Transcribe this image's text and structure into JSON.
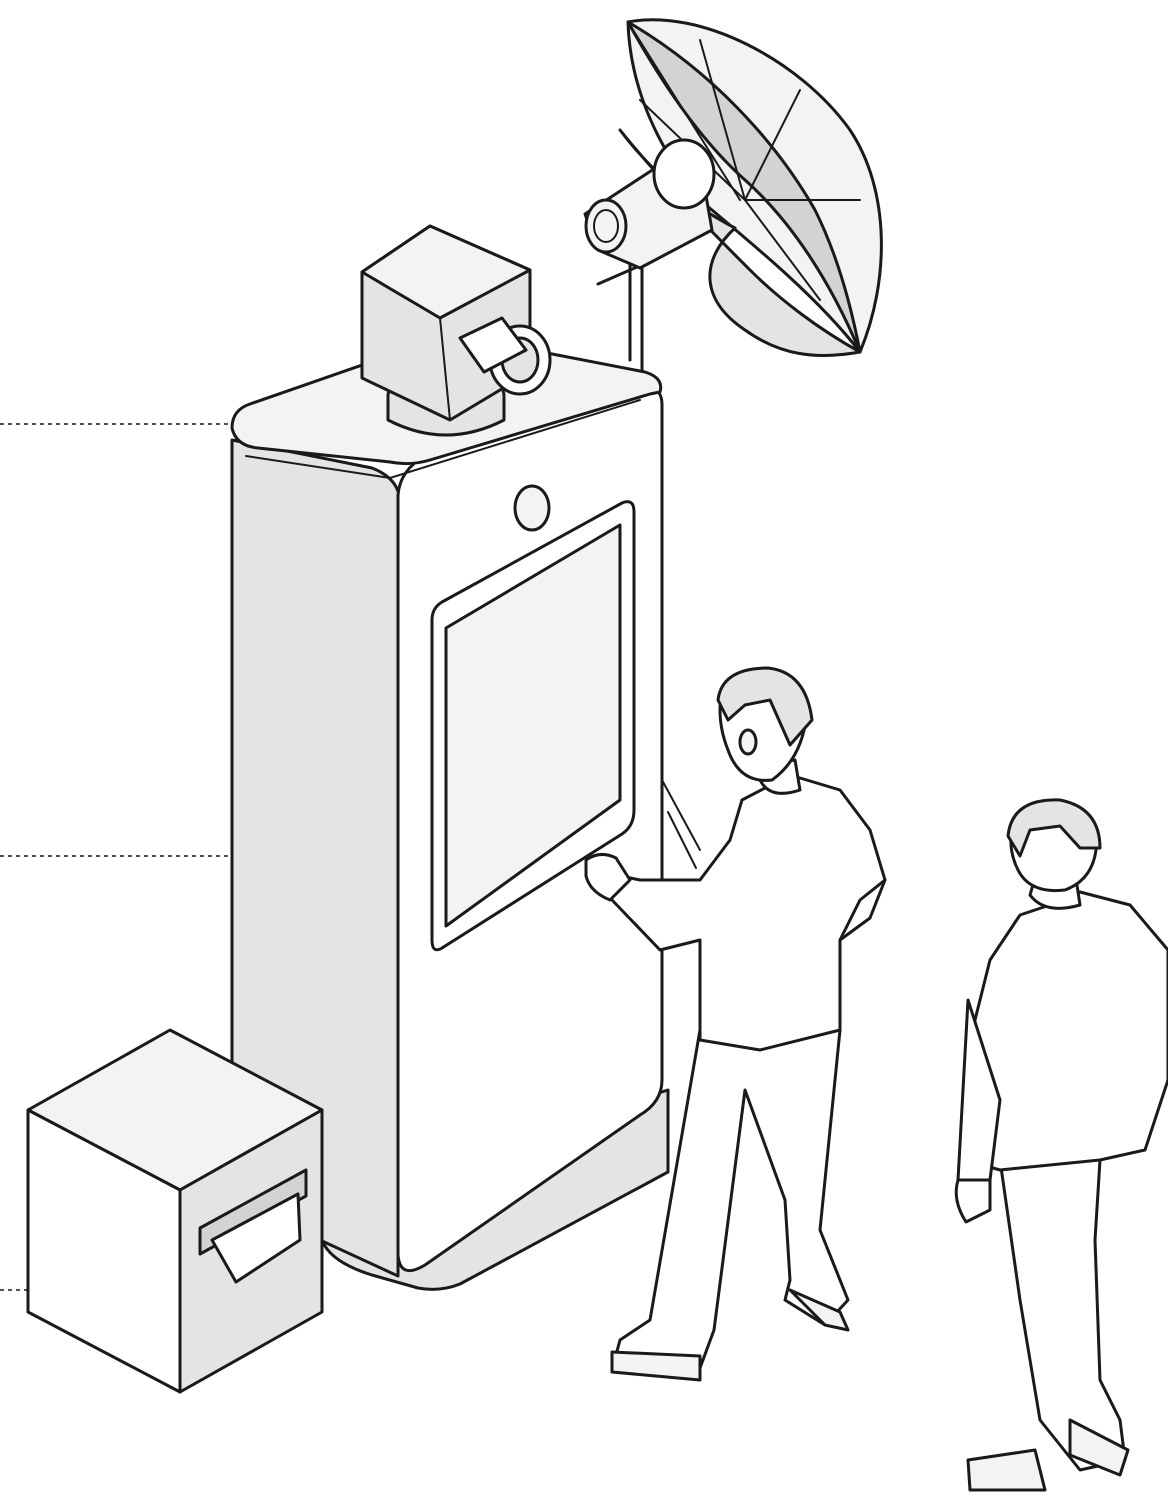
{
  "scene": {
    "parts": [
      "leader-lines",
      "printer",
      "kiosk",
      "camera",
      "flash-umbrella",
      "touchscreen",
      "person-at-screen",
      "person-waiting"
    ],
    "callout_count": 3
  }
}
